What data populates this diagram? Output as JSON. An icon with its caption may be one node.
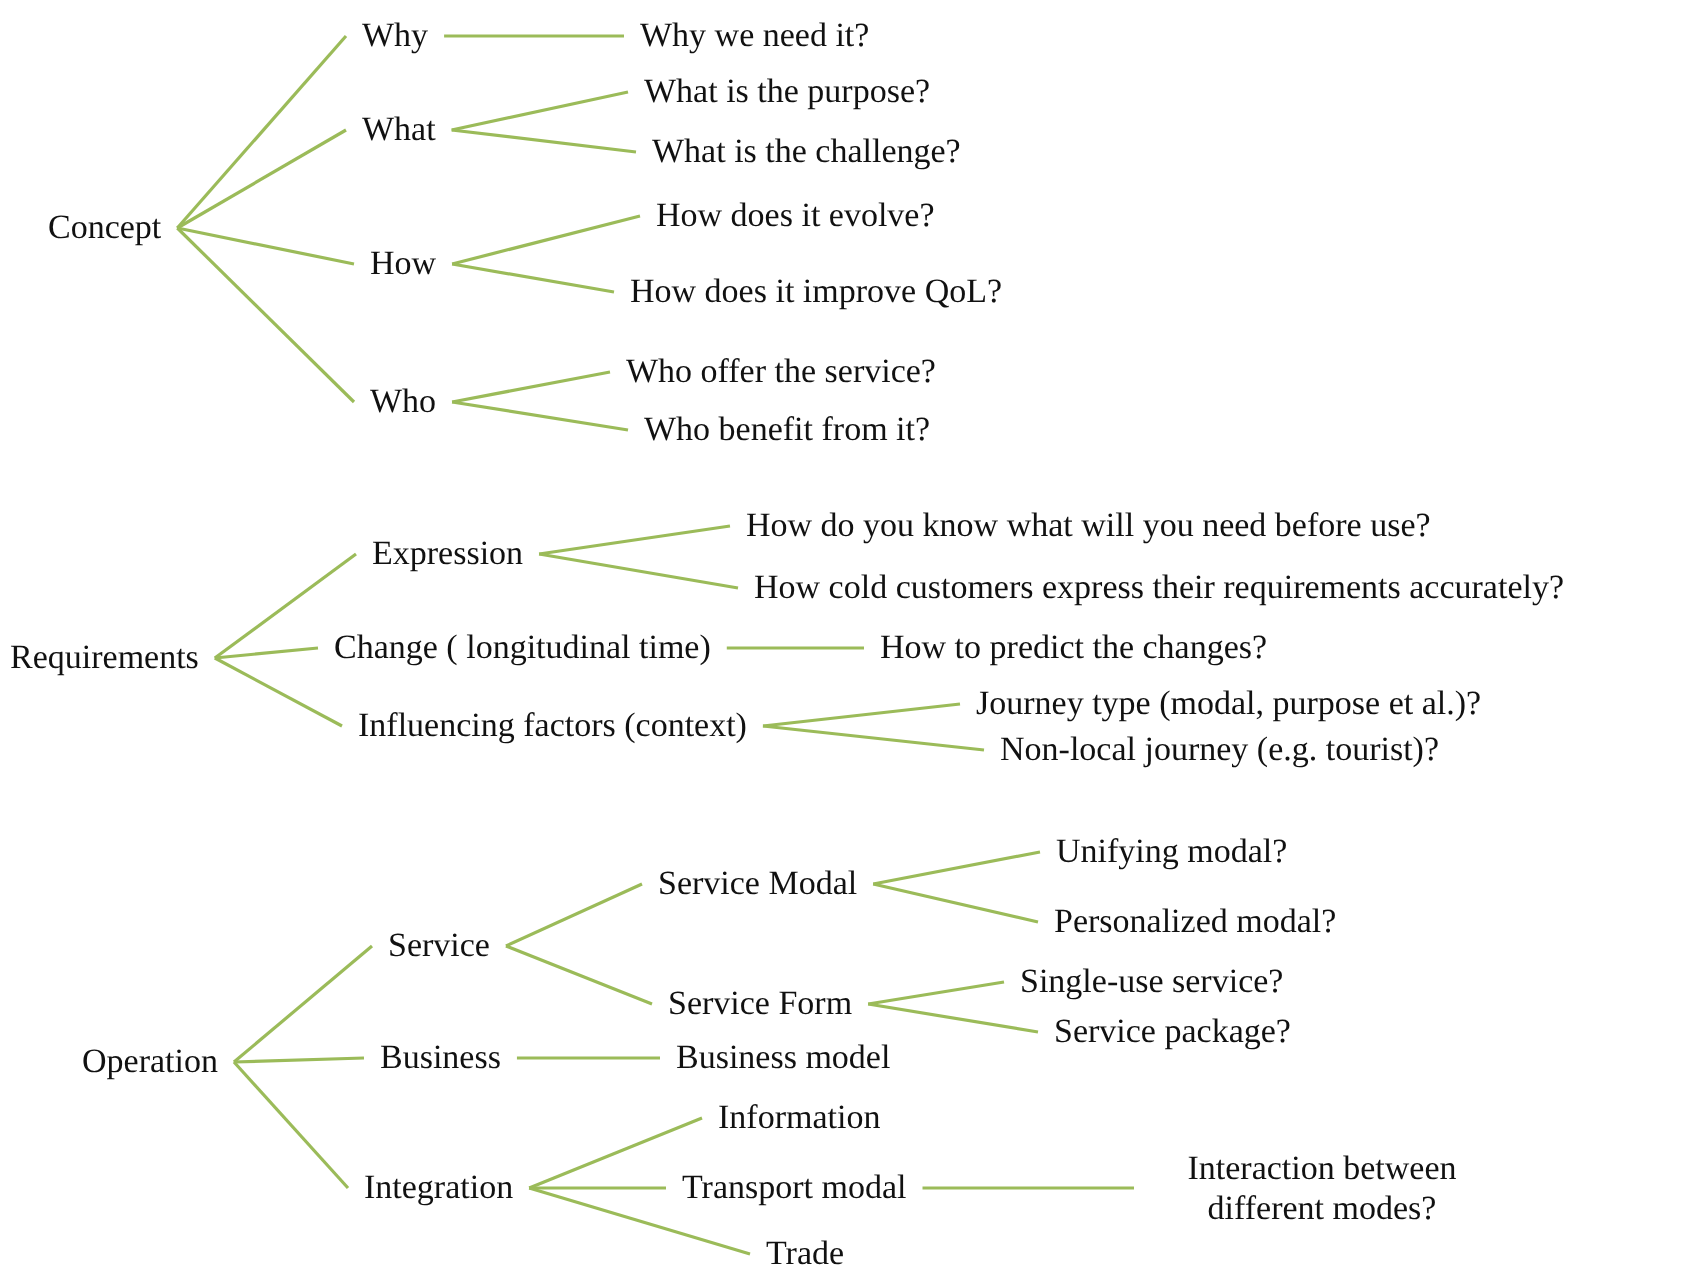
{
  "diagram": {
    "nodes": [
      {
        "text": [
          "Concept"
        ]
      },
      {
        "text": [
          "Why"
        ]
      },
      {
        "text": [
          "Why we need it?"
        ]
      },
      {
        "text": [
          "What"
        ]
      },
      {
        "text": [
          "What is the purpose?"
        ]
      },
      {
        "text": [
          "What is the challenge?"
        ]
      },
      {
        "text": [
          "How"
        ]
      },
      {
        "text": [
          "How does it evolve?"
        ]
      },
      {
        "text": [
          "How does it improve QoL?"
        ]
      },
      {
        "text": [
          "Who"
        ]
      },
      {
        "text": [
          "Who offer the service?"
        ]
      },
      {
        "text": [
          "Who benefit from it?"
        ]
      },
      {
        "text": [
          "Requirements"
        ]
      },
      {
        "text": [
          "Expression"
        ]
      },
      {
        "text": [
          "How do you know what will you need before use?"
        ]
      },
      {
        "text": [
          "How cold customers express their requirements accurately?"
        ]
      },
      {
        "text": [
          "Change ( longitudinal time)"
        ]
      },
      {
        "text": [
          "How to predict the changes?"
        ]
      },
      {
        "text": [
          "Influencing factors (context)"
        ]
      },
      {
        "text": [
          "Journey type (modal, purpose et al.)?"
        ]
      },
      {
        "text": [
          "Non-local journey (e.g. tourist)?"
        ]
      },
      {
        "text": [
          "Operation"
        ]
      },
      {
        "text": [
          "Service"
        ]
      },
      {
        "text": [
          "Service Modal"
        ]
      },
      {
        "text": [
          "Unifying modal?"
        ]
      },
      {
        "text": [
          "Personalized modal?"
        ]
      },
      {
        "text": [
          "Service Form"
        ]
      },
      {
        "text": [
          "Single-use service?"
        ]
      },
      {
        "text": [
          "Service package?"
        ]
      },
      {
        "text": [
          "Business"
        ]
      },
      {
        "text": [
          "Business model"
        ]
      },
      {
        "text": [
          "Integration"
        ]
      },
      {
        "text": [
          "Information"
        ]
      },
      {
        "text": [
          "Transport modal"
        ]
      },
      {
        "text": [
          "Trade"
        ]
      },
      {
        "text": [
          "Interaction between different modes?"
        ]
      }
    ],
    "edges": [
      {
        "from": 0,
        "to": 1,
        "arrow": "none"
      },
      {
        "from": 0,
        "to": 3,
        "arrow": "none"
      },
      {
        "from": 0,
        "to": 6,
        "arrow": "none"
      },
      {
        "from": 0,
        "to": 9,
        "arrow": "none"
      },
      {
        "from": 1,
        "to": 2,
        "arrow": "none"
      },
      {
        "from": 3,
        "to": 4,
        "arrow": "none"
      },
      {
        "from": 3,
        "to": 5,
        "arrow": "none"
      },
      {
        "from": 6,
        "to": 7,
        "arrow": "none"
      },
      {
        "from": 6,
        "to": 8,
        "arrow": "none"
      },
      {
        "from": 9,
        "to": 10,
        "arrow": "none"
      },
      {
        "from": 9,
        "to": 11,
        "arrow": "none"
      },
      {
        "from": 12,
        "to": 13,
        "arrow": "none"
      },
      {
        "from": 12,
        "to": 16,
        "arrow": "none"
      },
      {
        "from": 12,
        "to": 18,
        "arrow": "none"
      },
      {
        "from": 13,
        "to": 14,
        "arrow": "none"
      },
      {
        "from": 13,
        "to": 15,
        "arrow": "none"
      },
      {
        "from": 16,
        "to": 17,
        "arrow": "none"
      },
      {
        "from": 18,
        "to": 19,
        "arrow": "none"
      },
      {
        "from": 18,
        "to": 20,
        "arrow": "none"
      },
      {
        "from": 21,
        "to": 22,
        "arrow": "none"
      },
      {
        "from": 21,
        "to": 29,
        "arrow": "none"
      },
      {
        "from": 21,
        "to": 31,
        "arrow": "none"
      },
      {
        "from": 22,
        "to": 23,
        "arrow": "none"
      },
      {
        "from": 22,
        "to": 26,
        "arrow": "none"
      },
      {
        "from": 23,
        "to": 24,
        "arrow": "none"
      },
      {
        "from": 23,
        "to": 25,
        "arrow": "none"
      },
      {
        "from": 26,
        "to": 27,
        "arrow": "none"
      },
      {
        "from": 26,
        "to": 28,
        "arrow": "none"
      },
      {
        "from": 29,
        "to": 30,
        "arrow": "none"
      },
      {
        "from": 31,
        "to": 32,
        "arrow": "none"
      },
      {
        "from": 31,
        "to": 33,
        "arrow": "none"
      },
      {
        "from": 31,
        "to": 34,
        "arrow": "none"
      },
      {
        "from": 33,
        "to": 35,
        "arrow": "none"
      }
    ]
  }
}
